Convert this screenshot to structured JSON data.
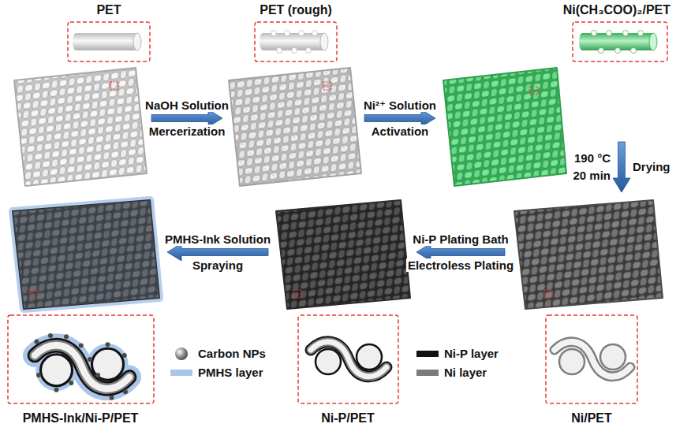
{
  "diagram": {
    "nodes": [
      {
        "text": [
          "PET"
        ]
      },
      {
        "text": [
          "PET (rough)"
        ]
      },
      {
        "text": [
          "Ni(CH₃COO)₂/PET"
        ]
      },
      {
        "text": [
          "Ni/PET"
        ]
      },
      {
        "text": [
          "Ni-P/PET"
        ]
      },
      {
        "text": [
          "PMHS-Ink/Ni-P/PET"
        ]
      }
    ],
    "edges": [
      {
        "from": 0,
        "to": 1,
        "arrow": "to",
        "label": "NaOH Solution"
      },
      {
        "from": 1,
        "to": 2,
        "arrow": "to",
        "label": "Ni²⁺ Solution"
      },
      {
        "from": 2,
        "to": 3,
        "arrow": "to",
        "label": "Drying"
      },
      {
        "from": 3,
        "to": 4,
        "arrow": "to",
        "label": "Ni-P Plating Bath"
      },
      {
        "from": 4,
        "to": 5,
        "arrow": "to",
        "label": "PMHS-Ink Solution"
      }
    ],
    "labels": [
      "Mercerization",
      "Activation",
      "190 °C",
      "20 min",
      "Electroless Plating",
      "Spraying"
    ],
    "legend": [
      {
        "text": "Carbon NPs"
      },
      {
        "text": "PMHS layer",
        "color": "#a9c6ea"
      },
      {
        "text": "Ni-P layer",
        "color": "#111111"
      },
      {
        "text": "Ni layer",
        "color": "#7a7a7a"
      }
    ]
  }
}
